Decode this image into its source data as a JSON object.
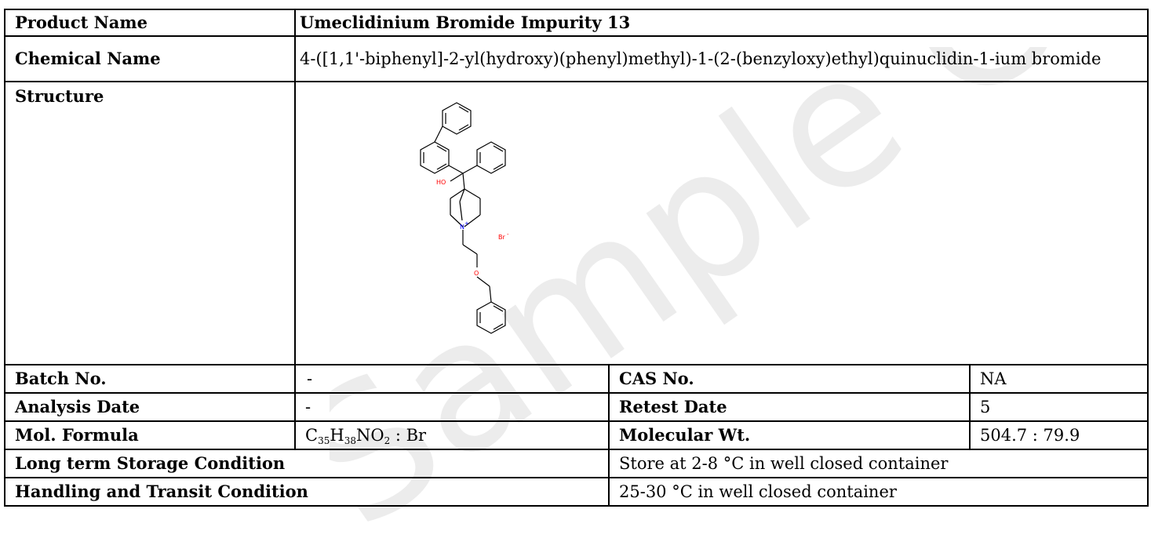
{
  "watermark": "Sample COA",
  "product_name": {
    "label": "Product Name",
    "value": "Umeclidinium Bromide Impurity 13"
  },
  "chemical_name": {
    "label": "Chemical Name",
    "value": "4-([1,1'-biphenyl]-2-yl(hydroxy)(phenyl)methyl)-1-(2-(benzyloxy)ethyl)quinuclidin-1-ium bromide"
  },
  "structure": {
    "label": "Structure",
    "atoms": {
      "hydroxyl": "HO",
      "nitrogen": "N",
      "charge": "+",
      "bromide": "Br",
      "bromide_charge": "-",
      "oxygen": "O"
    }
  },
  "batch_no": {
    "label": "Batch No.",
    "value": "-"
  },
  "cas_no": {
    "label": "CAS No.",
    "value": "NA"
  },
  "analysis_date": {
    "label": "Analysis Date",
    "value": "-"
  },
  "retest_date": {
    "label": "Retest Date",
    "value": "5"
  },
  "mol_formula": {
    "label": "Mol. Formula",
    "parts": {
      "c": "C",
      "c_sub": "35",
      "h": "H",
      "h_sub": "38",
      "n": "N",
      "o": "O",
      "o_sub": "2",
      "tail": " : Br"
    }
  },
  "molecular_wt": {
    "label": "Molecular Wt.",
    "value": "504.7 : 79.9"
  },
  "storage": {
    "label": "Long term Storage Condition",
    "value": "Store at 2-8 °C in well closed container"
  },
  "handling": {
    "label": "Handling and Transit Condition",
    "value": "25-30 °C in well closed container"
  },
  "colors": {
    "watermark": "#e9e9e9",
    "heteroatom": "#ff0000",
    "bond": "#000000"
  }
}
